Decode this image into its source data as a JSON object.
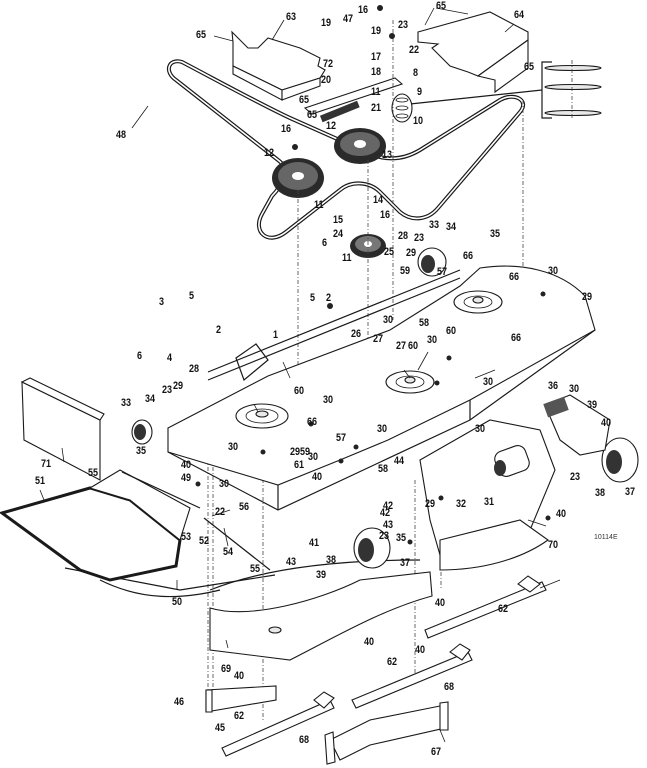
{
  "title": "Mower deck exploded parts diagram",
  "reference_code": "10114E",
  "callouts": [
    {
      "id": "c1",
      "label": "65"
    },
    {
      "id": "c2",
      "label": "63"
    },
    {
      "id": "c3",
      "label": "19"
    },
    {
      "id": "c4",
      "label": "47"
    },
    {
      "id": "c5",
      "label": "16"
    },
    {
      "id": "c6",
      "label": "19"
    },
    {
      "id": "c7",
      "label": "23"
    },
    {
      "id": "c8",
      "label": "65"
    },
    {
      "id": "c9",
      "label": "64"
    },
    {
      "id": "c10",
      "label": "22"
    },
    {
      "id": "c11",
      "label": "17"
    },
    {
      "id": "c12",
      "label": "72"
    },
    {
      "id": "c13",
      "label": "8"
    },
    {
      "id": "c14",
      "label": "18"
    },
    {
      "id": "c15",
      "label": "20"
    },
    {
      "id": "c16",
      "label": "65"
    },
    {
      "id": "c17",
      "label": "65"
    },
    {
      "id": "c18",
      "label": "11"
    },
    {
      "id": "c19",
      "label": "9"
    },
    {
      "id": "c20",
      "label": "21"
    },
    {
      "id": "c21",
      "label": "65"
    },
    {
      "id": "c22",
      "label": "10"
    },
    {
      "id": "c23",
      "label": "48"
    },
    {
      "id": "c24",
      "label": "12"
    },
    {
      "id": "c25",
      "label": "16"
    },
    {
      "id": "c26",
      "label": "12"
    },
    {
      "id": "c27",
      "label": "13"
    },
    {
      "id": "c28",
      "label": "11"
    },
    {
      "id": "c29",
      "label": "14"
    },
    {
      "id": "c30",
      "label": "15"
    },
    {
      "id": "c31",
      "label": "16"
    },
    {
      "id": "c32",
      "label": "24"
    },
    {
      "id": "c33",
      "label": "6"
    },
    {
      "id": "c34",
      "label": "11"
    },
    {
      "id": "c35",
      "label": "25"
    },
    {
      "id": "c36",
      "label": "28"
    },
    {
      "id": "c37",
      "label": "23"
    },
    {
      "id": "c38",
      "label": "33"
    },
    {
      "id": "c39",
      "label": "34"
    },
    {
      "id": "c40",
      "label": "35"
    },
    {
      "id": "c41",
      "label": "29"
    },
    {
      "id": "c42",
      "label": "59"
    },
    {
      "id": "c43",
      "label": "57"
    },
    {
      "id": "c44",
      "label": "66"
    },
    {
      "id": "c45",
      "label": "30"
    },
    {
      "id": "c46",
      "label": "5"
    },
    {
      "id": "c47",
      "label": "2"
    },
    {
      "id": "c48",
      "label": "30"
    },
    {
      "id": "c49",
      "label": "58"
    },
    {
      "id": "c50",
      "label": "66"
    },
    {
      "id": "c51",
      "label": "29"
    },
    {
      "id": "c52",
      "label": "60"
    },
    {
      "id": "c53",
      "label": "66"
    },
    {
      "id": "c54",
      "label": "3"
    },
    {
      "id": "c55",
      "label": "5"
    },
    {
      "id": "c56",
      "label": "6"
    },
    {
      "id": "c57",
      "label": "4"
    },
    {
      "id": "c58",
      "label": "2"
    },
    {
      "id": "c59",
      "label": "1"
    },
    {
      "id": "c60",
      "label": "26"
    },
    {
      "id": "c61",
      "label": "27"
    },
    {
      "id": "c62",
      "label": "27"
    },
    {
      "id": "c63",
      "label": "60"
    },
    {
      "id": "c64",
      "label": "30"
    },
    {
      "id": "c65",
      "label": "28"
    },
    {
      "id": "c66",
      "label": "29"
    },
    {
      "id": "c67",
      "label": "23"
    },
    {
      "id": "c68",
      "label": "34"
    },
    {
      "id": "c69",
      "label": "33"
    },
    {
      "id": "c70",
      "label": "60"
    },
    {
      "id": "c71",
      "label": "30"
    },
    {
      "id": "c72",
      "label": "30"
    },
    {
      "id": "c73",
      "label": "66"
    },
    {
      "id": "c74",
      "label": "57"
    },
    {
      "id": "c75",
      "label": "30"
    },
    {
      "id": "c76",
      "label": "36"
    },
    {
      "id": "c77",
      "label": "30"
    },
    {
      "id": "c78",
      "label": "39"
    },
    {
      "id": "c79",
      "label": "40"
    },
    {
      "id": "c80",
      "label": "71"
    },
    {
      "id": "c81",
      "label": "35"
    },
    {
      "id": "c82",
      "label": "40"
    },
    {
      "id": "c83",
      "label": "30"
    },
    {
      "id": "c84",
      "label": "29"
    },
    {
      "id": "c85",
      "label": "59"
    },
    {
      "id": "c86",
      "label": "61"
    },
    {
      "id": "c87",
      "label": "30"
    },
    {
      "id": "c88",
      "label": "58"
    },
    {
      "id": "c89",
      "label": "30"
    },
    {
      "id": "c90",
      "label": "55"
    },
    {
      "id": "c91",
      "label": "49"
    },
    {
      "id": "c92",
      "label": "30"
    },
    {
      "id": "c93",
      "label": "40"
    },
    {
      "id": "c94",
      "label": "44"
    },
    {
      "id": "c95",
      "label": "42"
    },
    {
      "id": "c96",
      "label": "29"
    },
    {
      "id": "c97",
      "label": "32"
    },
    {
      "id": "c98",
      "label": "31"
    },
    {
      "id": "c99",
      "label": "23"
    },
    {
      "id": "c100",
      "label": "38"
    },
    {
      "id": "c101",
      "label": "37"
    },
    {
      "id": "c102",
      "label": "51"
    },
    {
      "id": "c103",
      "label": "56"
    },
    {
      "id": "c104",
      "label": "22"
    },
    {
      "id": "c105",
      "label": "53"
    },
    {
      "id": "c106",
      "label": "52"
    },
    {
      "id": "c107",
      "label": "54"
    },
    {
      "id": "c108",
      "label": "42"
    },
    {
      "id": "c109",
      "label": "43"
    },
    {
      "id": "c110",
      "label": "23"
    },
    {
      "id": "c111",
      "label": "35"
    },
    {
      "id": "c112",
      "label": "41"
    },
    {
      "id": "c113",
      "label": "43"
    },
    {
      "id": "c114",
      "label": "38"
    },
    {
      "id": "c115",
      "label": "39"
    },
    {
      "id": "c116",
      "label": "37"
    },
    {
      "id": "c117",
      "label": "55"
    },
    {
      "id": "c118",
      "label": "40"
    },
    {
      "id": "c119",
      "label": "70"
    },
    {
      "id": "c120",
      "label": "50"
    },
    {
      "id": "c121",
      "label": "40"
    },
    {
      "id": "c122",
      "label": "62"
    },
    {
      "id": "c123",
      "label": "40"
    },
    {
      "id": "c124",
      "label": "40"
    },
    {
      "id": "c125",
      "label": "69"
    },
    {
      "id": "c126",
      "label": "40"
    },
    {
      "id": "c127",
      "label": "62"
    },
    {
      "id": "c128",
      "label": "68"
    },
    {
      "id": "c129",
      "label": "46"
    },
    {
      "id": "c130",
      "label": "45"
    },
    {
      "id": "c131",
      "label": "62"
    },
    {
      "id": "c132",
      "label": "68"
    },
    {
      "id": "c133",
      "label": "67"
    }
  ]
}
